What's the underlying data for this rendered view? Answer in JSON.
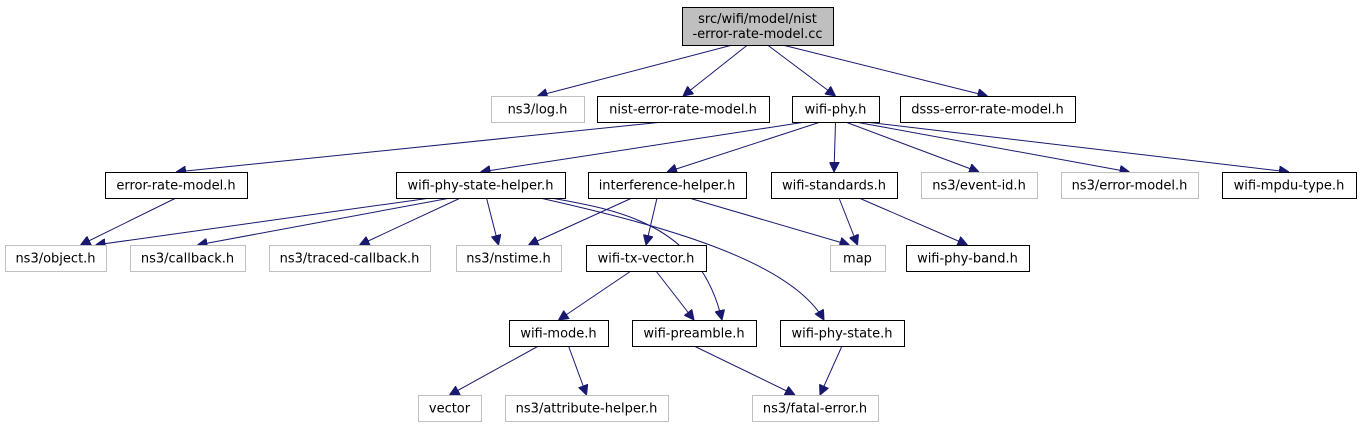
{
  "diagram": {
    "type": "include-dependency-graph",
    "colors": {
      "edge": "#191970",
      "node_border": "#000000",
      "external_border": "#bfbfbf",
      "root_fill": "#bfbfbf",
      "node_fill": "#ffffff"
    },
    "nodes": [
      {
        "id": "root",
        "label": "src/wifi/model/nist\n-error-rate-model.cc",
        "kind": "root"
      },
      {
        "id": "log",
        "label": "ns3/log.h",
        "kind": "external"
      },
      {
        "id": "nist",
        "label": "nist-error-rate-model.h",
        "kind": "internal"
      },
      {
        "id": "wifiphy",
        "label": "wifi-phy.h",
        "kind": "internal"
      },
      {
        "id": "dsss",
        "label": "dsss-error-rate-model.h",
        "kind": "internal"
      },
      {
        "id": "erm",
        "label": "error-rate-model.h",
        "kind": "internal"
      },
      {
        "id": "psh",
        "label": "wifi-phy-state-helper.h",
        "kind": "internal"
      },
      {
        "id": "ih",
        "label": "interference-helper.h",
        "kind": "internal"
      },
      {
        "id": "ws",
        "label": "wifi-standards.h",
        "kind": "internal"
      },
      {
        "id": "eventid",
        "label": "ns3/event-id.h",
        "kind": "external"
      },
      {
        "id": "errmodel",
        "label": "ns3/error-model.h",
        "kind": "external"
      },
      {
        "id": "mpdu",
        "label": "wifi-mpdu-type.h",
        "kind": "internal"
      },
      {
        "id": "object",
        "label": "ns3/object.h",
        "kind": "external"
      },
      {
        "id": "callback",
        "label": "ns3/callback.h",
        "kind": "external"
      },
      {
        "id": "traced",
        "label": "ns3/traced-callback.h",
        "kind": "external"
      },
      {
        "id": "nstime",
        "label": "ns3/nstime.h",
        "kind": "external"
      },
      {
        "id": "txv",
        "label": "wifi-tx-vector.h",
        "kind": "internal"
      },
      {
        "id": "map",
        "label": "map",
        "kind": "external"
      },
      {
        "id": "band",
        "label": "wifi-phy-band.h",
        "kind": "internal"
      },
      {
        "id": "mode",
        "label": "wifi-mode.h",
        "kind": "internal"
      },
      {
        "id": "preamble",
        "label": "wifi-preamble.h",
        "kind": "internal"
      },
      {
        "id": "state",
        "label": "wifi-phy-state.h",
        "kind": "internal"
      },
      {
        "id": "vector",
        "label": "vector",
        "kind": "external"
      },
      {
        "id": "attr",
        "label": "ns3/attribute-helper.h",
        "kind": "external"
      },
      {
        "id": "fatal",
        "label": "ns3/fatal-error.h",
        "kind": "external"
      }
    ],
    "edges": [
      [
        "root",
        "log"
      ],
      [
        "root",
        "nist"
      ],
      [
        "root",
        "wifiphy"
      ],
      [
        "root",
        "dsss"
      ],
      [
        "nist",
        "erm"
      ],
      [
        "wifiphy",
        "psh"
      ],
      [
        "wifiphy",
        "ih"
      ],
      [
        "wifiphy",
        "ws"
      ],
      [
        "wifiphy",
        "eventid"
      ],
      [
        "wifiphy",
        "errmodel"
      ],
      [
        "wifiphy",
        "mpdu"
      ],
      [
        "erm",
        "object"
      ],
      [
        "psh",
        "object"
      ],
      [
        "psh",
        "callback"
      ],
      [
        "psh",
        "traced"
      ],
      [
        "psh",
        "nstime"
      ],
      [
        "psh",
        "preamble"
      ],
      [
        "psh",
        "state"
      ],
      [
        "ih",
        "nstime"
      ],
      [
        "ih",
        "txv"
      ],
      [
        "ih",
        "map"
      ],
      [
        "ws",
        "map"
      ],
      [
        "ws",
        "band"
      ],
      [
        "txv",
        "mode"
      ],
      [
        "txv",
        "preamble"
      ],
      [
        "mode",
        "vector"
      ],
      [
        "mode",
        "attr"
      ],
      [
        "preamble",
        "fatal"
      ],
      [
        "state",
        "fatal"
      ]
    ]
  }
}
